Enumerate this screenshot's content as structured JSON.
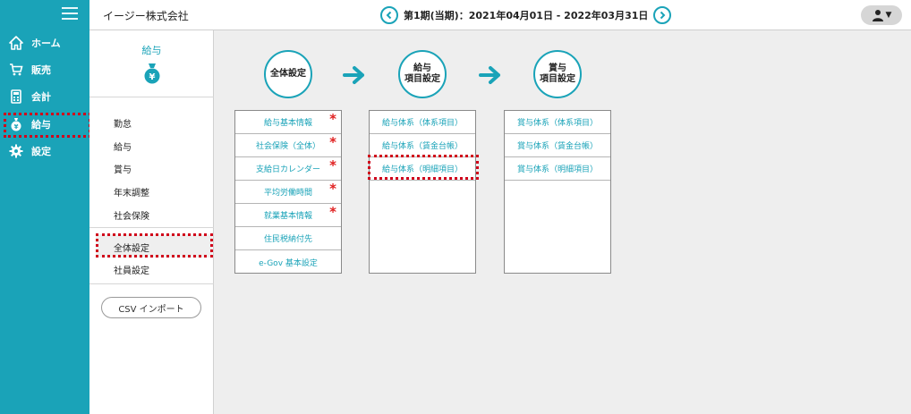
{
  "nav": {
    "items": [
      {
        "label": "ホーム",
        "icon": "home-icon"
      },
      {
        "label": "販売",
        "icon": "cart-icon"
      },
      {
        "label": "会計",
        "icon": "calculator-icon"
      },
      {
        "label": "給与",
        "icon": "money-bag-icon"
      },
      {
        "label": "設定",
        "icon": "gear-icon"
      }
    ]
  },
  "header": {
    "company": "イージー株式会社",
    "period": "第1期(当期)：2021年04月01日 - 2022年03月31日"
  },
  "subnav": {
    "title": "給与",
    "badge_symbol": "¥",
    "items": [
      "勤怠",
      "給与",
      "賞与",
      "年末調整",
      "社会保険"
    ],
    "settings_items": [
      "全体設定",
      "社員設定"
    ],
    "csv_button": "CSV インポート"
  },
  "flow": {
    "steps": [
      {
        "label": "全体設定"
      },
      {
        "label": "給与\n項目設定"
      },
      {
        "label": "賞与\n項目設定"
      }
    ],
    "panels": [
      {
        "items": [
          {
            "label": "給与基本情報",
            "required": true
          },
          {
            "label": "社会保険（全体）",
            "required": true
          },
          {
            "label": "支給日カレンダー",
            "required": true
          },
          {
            "label": "平均労働時間",
            "required": true
          },
          {
            "label": "就業基本情報",
            "required": true
          },
          {
            "label": "住民税納付先",
            "required": false
          },
          {
            "label": "e-Gov 基本設定",
            "required": false
          }
        ]
      },
      {
        "items": [
          {
            "label": "給与体系（体系項目）"
          },
          {
            "label": "給与体系（賃金台帳）"
          },
          {
            "label": "給与体系（明細項目）"
          }
        ]
      },
      {
        "items": [
          {
            "label": "賞与体系（体系項目）"
          },
          {
            "label": "賞与体系（賃金台帳）"
          },
          {
            "label": "賞与体系（明細項目）"
          }
        ]
      }
    ],
    "required_mark": "*"
  },
  "colors": {
    "accent": "#1aa3b8",
    "highlight": "#d0021b",
    "required": "#e02020"
  }
}
